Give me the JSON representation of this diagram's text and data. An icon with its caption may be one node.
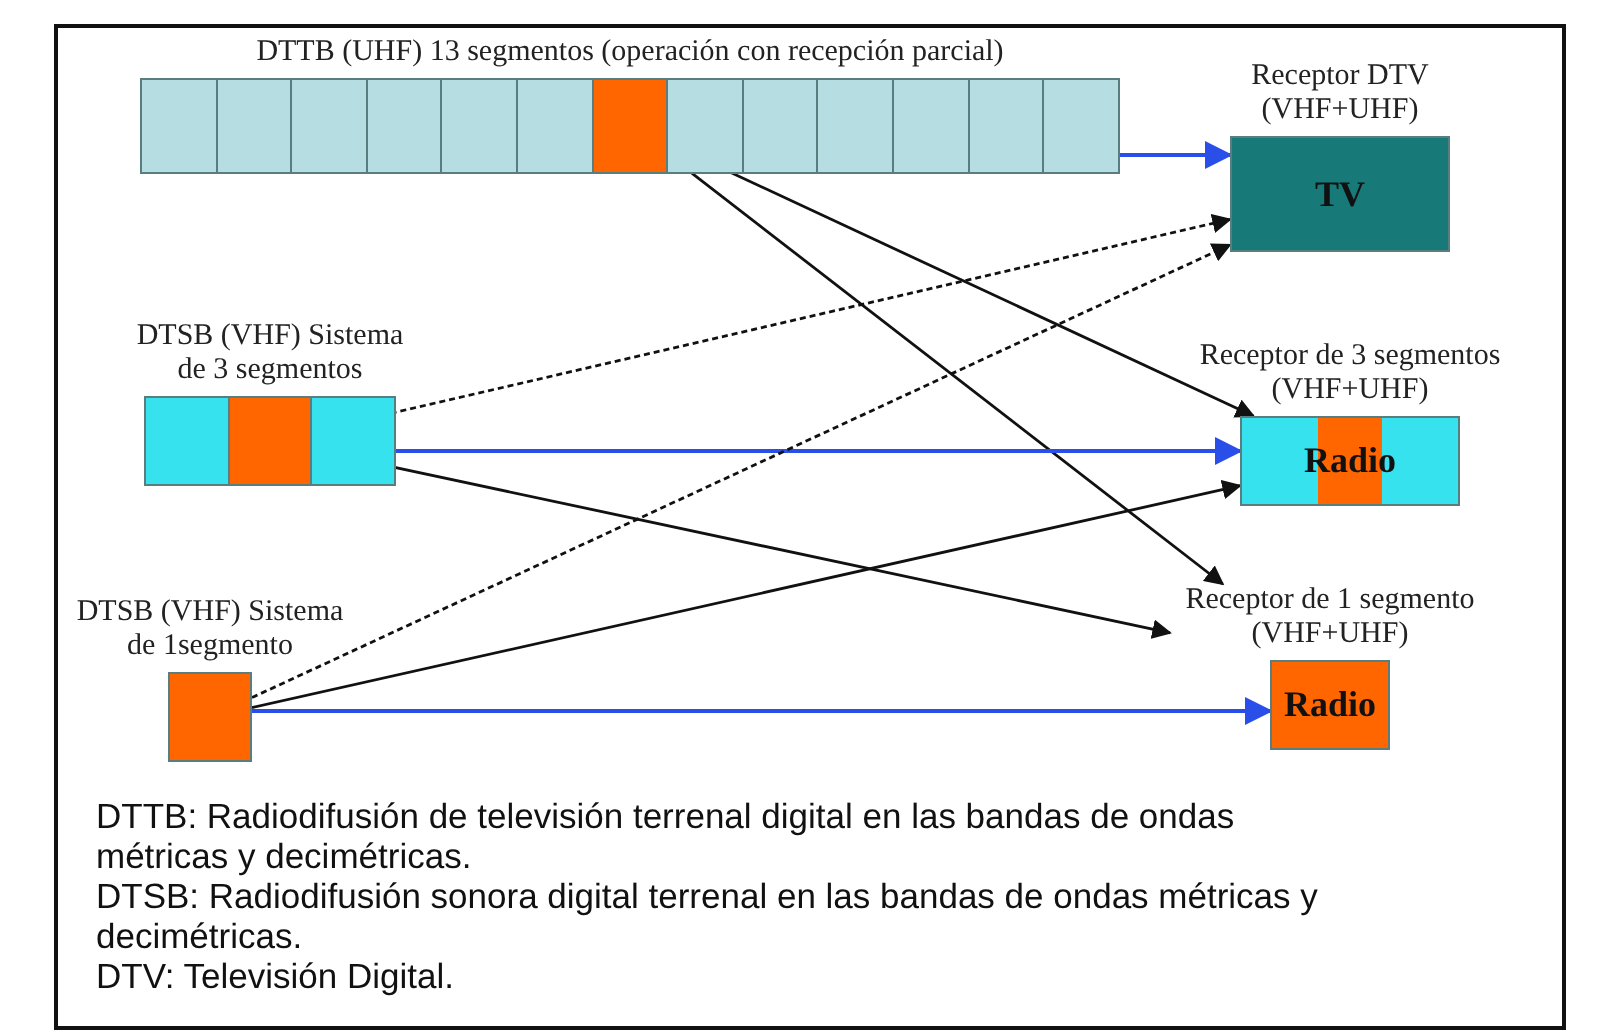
{
  "diagram": {
    "nodes": [
      {
        "text": [
          "DTTB (UHF) 13 segmentos (operación con recepción parcial)"
        ]
      },
      {
        "text": [],
        "shape": "box",
        "in": 0
      },
      {
        "text": [
          "DTSB (VHF) Sistema de 3 segmentos"
        ]
      },
      {
        "text": [],
        "shape": "box",
        "in": 2
      },
      {
        "text": [
          "DTSB (VHF) Sistema de 1segmento"
        ]
      },
      {
        "text": [
          "Receptor DTV (VHF+UHF)",
          "TV"
        ]
      },
      {
        "text": [
          "Receptor de 3 segmentos (VHF+UHF)",
          "Radio"
        ]
      },
      {
        "text": [
          "Receptor de 1 segmento (VHF+UHF)",
          "Radio"
        ]
      }
    ],
    "edges": [
      {
        "from": 0,
        "to": 5,
        "arrow": "to",
        "color": "#2a4fe8"
      },
      {
        "from": 1,
        "to": 6,
        "arrow": "to"
      },
      {
        "from": 1,
        "to": 7,
        "arrow": "to"
      },
      {
        "from": 3,
        "to": 5,
        "arrow": "to",
        "style": "dashed"
      },
      {
        "from": 3,
        "to": 7,
        "arrow": "to"
      },
      {
        "from": 2,
        "to": 6,
        "arrow": "to",
        "color": "#2a4fe8"
      },
      {
        "from": 4,
        "to": 5,
        "arrow": "to",
        "style": "dashed"
      },
      {
        "from": 4,
        "to": 6,
        "arrow": "to"
      },
      {
        "from": 4,
        "to": 7,
        "arrow": "to",
        "color": "#2a4fe8"
      }
    ],
    "labels": [
      "DTTB: Radiodifusión de televisión terrenal digital en las bandas de ondas métricas y decimétricas.",
      "DTSB: Radiodifusión sonora digital terrenal en las bandas de ondas métricas y decimétricas.",
      "DTV: Televisión Digital."
    ]
  }
}
